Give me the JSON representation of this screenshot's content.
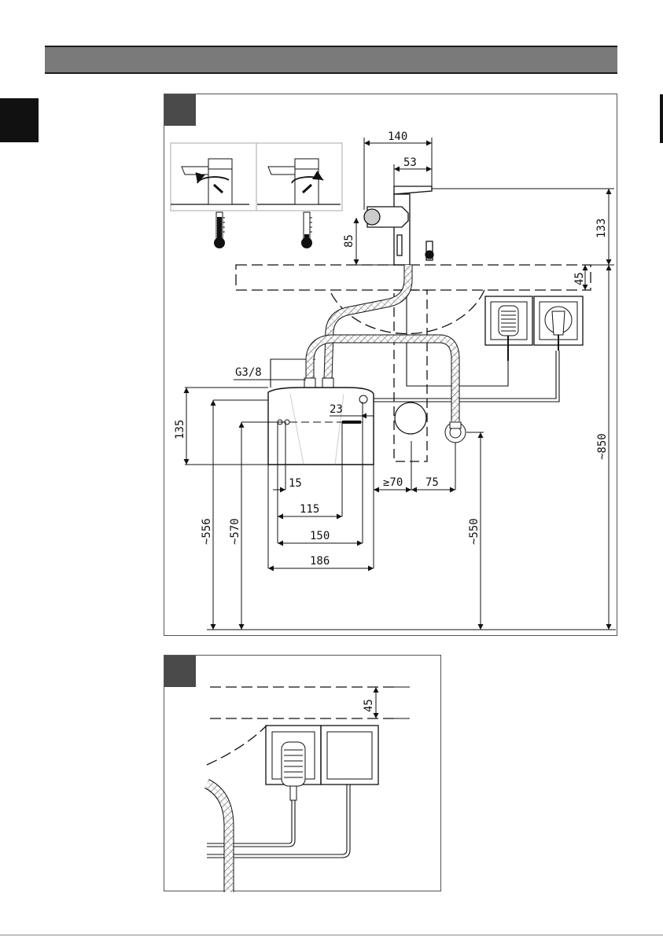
{
  "figure_1": {
    "dimensions": {
      "d140": "140",
      "d53": "53",
      "d133": "133",
      "d85": "85",
      "d45": "45",
      "g38": "G3/8",
      "d23": "23",
      "d135": "135",
      "d15": "15",
      "d115": "115",
      "d150": "150",
      "d186": "186",
      "ge70": "≥70",
      "d75": "75",
      "d556": "~556",
      "d570": "~570",
      "d550": "~550",
      "d850": "~850"
    },
    "detail_left": {
      "thermometer": "thermometer-icon",
      "arrow": "arrow-counterclockwise-icon"
    },
    "detail_right": {
      "thermometer": "thermometer-icon",
      "arrow": "arrow-clockwise-icon"
    }
  },
  "figure_2": {
    "dimensions": {
      "d45": "45"
    }
  }
}
